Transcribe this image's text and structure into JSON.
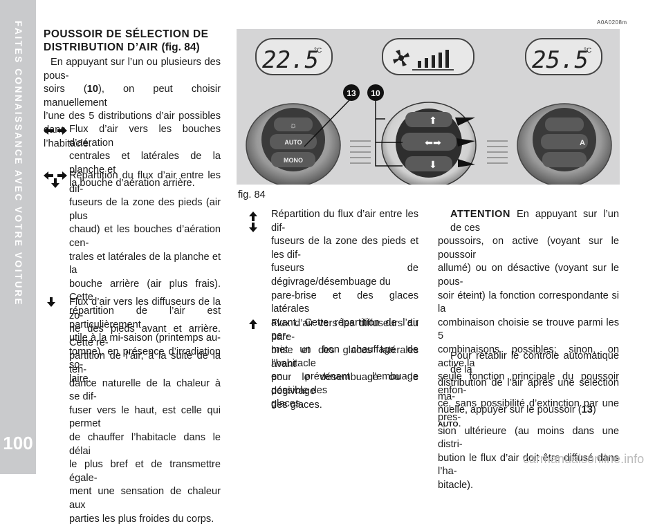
{
  "sidebar": {
    "title": "FAITES CONNAISSANCE AVEC VOTRE VOITURE",
    "page_number": "100"
  },
  "heading": {
    "line1": "POUSSOIR DE SÉLECTION DE",
    "line2": "DISTRIBUTION D’AIR",
    "fig_ref": "(fig. 84)"
  },
  "col1": {
    "intro_a": "En appuyant sur l’un ou plusieurs des pous-",
    "intro_b": "soirs (",
    "intro_num": "10",
    "intro_c": "), on peut choisir manuellement",
    "intro_d": "l’une des 5 distributions d’air possibles dans",
    "intro_e": "l’habitacle:",
    "item1": [
      "Flux d’air vers les bouches d’aération",
      "centrales et latérales de la planche et",
      "la bouche d’aération arrière."
    ],
    "item2": [
      "Répartition du flux d’air entre les dif-",
      "fuseurs de la zone des pieds (air plus",
      "chaud) et les bouches d’aération cen-",
      "trales et latérales de la planche et la",
      "bouche arrière (air plus frais). Cette",
      "répartition de l’air est particulièrement",
      "utile à la mi-saison (printemps au-",
      "tomne), en présence d’irradiation so-",
      "laire."
    ],
    "item3": [
      "Flux d’air vers les diffuseurs de la zo-",
      "ne des pieds avant et arrière. Cette ré-",
      "partition de l’air, à la suite de la ten-",
      "dance naturelle de la chaleur à se dif-",
      "fuser vers le haut, est celle qui permet",
      "de chauffer l’habitacle dans le délai",
      "le plus bref et de transmettre égale-",
      "ment une sensation de chaleur aux",
      "parties les plus froides du corps."
    ]
  },
  "col2": {
    "item4": [
      "Répartition du flux d’air entre les dif-",
      "fuseurs de la zone des pieds et les dif-",
      "fuseurs de dégivrage/désembuage du",
      "pare-brise et des glaces latérales",
      "avant. Cette répartition de l’air per-",
      "met un bon chauffage de l’habitacle",
      "en prévenant l'embuage possible des",
      "glaces."
    ],
    "item5": [
      "Flux d’air vers les diffuseurs du pare-",
      "brise et des glaces latérales avant",
      "pour le désembuage ou le dégivrage",
      "des glaces."
    ]
  },
  "col3": {
    "attention": "ATTENTION",
    "p1": [
      "En appuyant sur l’un de ces",
      "poussoirs, on active (voyant sur le poussoir",
      "allumé) ou on désactive (voyant sur le pous-",
      "soir éteint) la fonction correspondante si la",
      "combinaison choisie se trouve parmi les 5",
      "combinaisons possibles; sinon, on active la",
      "seule fonction principale du poussoir enfon-",
      "cé, sans possibilité d’extinction par une pres-",
      "sion ultérieure (au moins dans une distri-",
      "bution le flux d’air doit être diffusé dans l’ha-",
      "bitacle)."
    ],
    "p2": [
      "Pour rétablir le contrôle automatique de la",
      "distribution de l’air après une sélection ma-",
      "nuelle, appuyer sur le poussoir ("
    ],
    "p2_num": "13",
    "p2_end": ")",
    "p2_auto": "AUTO",
    "p2_dot": "."
  },
  "figure": {
    "code": "A0A0208m",
    "label": "fig. 84",
    "left_temp": "22.5",
    "right_temp": "25.5",
    "left_temp_unit": "°C",
    "right_temp_unit": "°C",
    "callout_13": "13",
    "callout_10": "10",
    "left_knob": {
      "btn1": "AUTO",
      "btn2": "MONO"
    },
    "right_knob": {
      "btn": "A"
    }
  },
  "watermark": "carmanualsonline.info"
}
